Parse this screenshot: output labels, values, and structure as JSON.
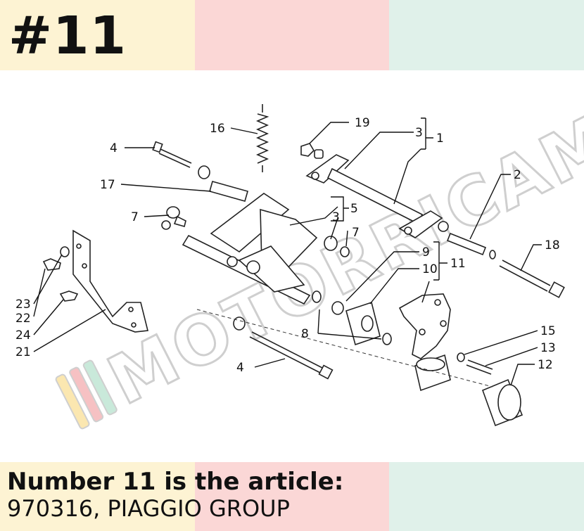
{
  "header": {
    "badge": "#11"
  },
  "footer": {
    "line1": "Number 11 is the article:",
    "line2": "970316, PIAGGIO GROUP"
  },
  "watermark": "MOTORRICAMBI",
  "colors": {
    "yellow": "#fdf3d3",
    "pink": "#fbd7d6",
    "mint": "#e0f1ea"
  },
  "callouts": {
    "c1": "1",
    "c2": "2",
    "c3a": "3",
    "c3b": "3",
    "c4a": "4",
    "c4b": "4",
    "c5": "5",
    "c7a": "7",
    "c7b": "7",
    "c8": "8",
    "c9": "9",
    "c10": "10",
    "c11": "11",
    "c12": "12",
    "c13": "13",
    "c15": "15",
    "c16": "16",
    "c17": "17",
    "c18": "18",
    "c19": "19",
    "c21": "21",
    "c22": "22",
    "c23": "23",
    "c24": "24"
  }
}
